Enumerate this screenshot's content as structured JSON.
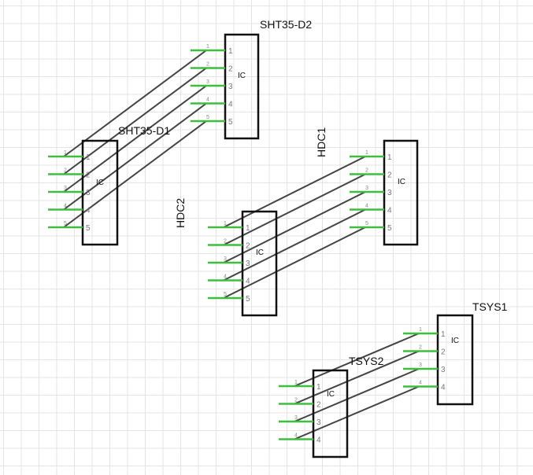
{
  "schematic": {
    "grid": "on",
    "colors": {
      "body": "#111111",
      "pin": "#3dbf3d",
      "wire": "#444444",
      "pin_number": "#777777",
      "grid": "#e4e4e4"
    },
    "components": [
      {
        "ref": "SHT35-D2",
        "value": "IC",
        "pins": [
          "1",
          "2",
          "3",
          "4",
          "5"
        ]
      },
      {
        "ref": "SHT35-D1",
        "value": "IC",
        "pins": [
          "1",
          "2",
          "3",
          "4",
          "5"
        ]
      },
      {
        "ref": "HDC1",
        "value": "IC",
        "pins": [
          "1",
          "2",
          "3",
          "4",
          "5"
        ]
      },
      {
        "ref": "HDC2",
        "value": "IC",
        "pins": [
          "1",
          "2",
          "3",
          "4",
          "5"
        ]
      },
      {
        "ref": "TSYS1",
        "value": "IC",
        "pins": [
          "1",
          "2",
          "3",
          "4"
        ]
      },
      {
        "ref": "TSYS2",
        "value": "IC",
        "pins": [
          "1",
          "2",
          "3",
          "4"
        ]
      }
    ],
    "connections": [
      {
        "from": "SHT35-D1",
        "to": "SHT35-D2",
        "pins": [
          "1",
          "2",
          "3",
          "4",
          "5"
        ]
      },
      {
        "from": "HDC2",
        "to": "HDC1",
        "pins": [
          "1",
          "2",
          "3",
          "4",
          "5"
        ]
      },
      {
        "from": "TSYS2",
        "to": "TSYS1",
        "pins": [
          "1",
          "2",
          "3",
          "4"
        ]
      }
    ]
  }
}
